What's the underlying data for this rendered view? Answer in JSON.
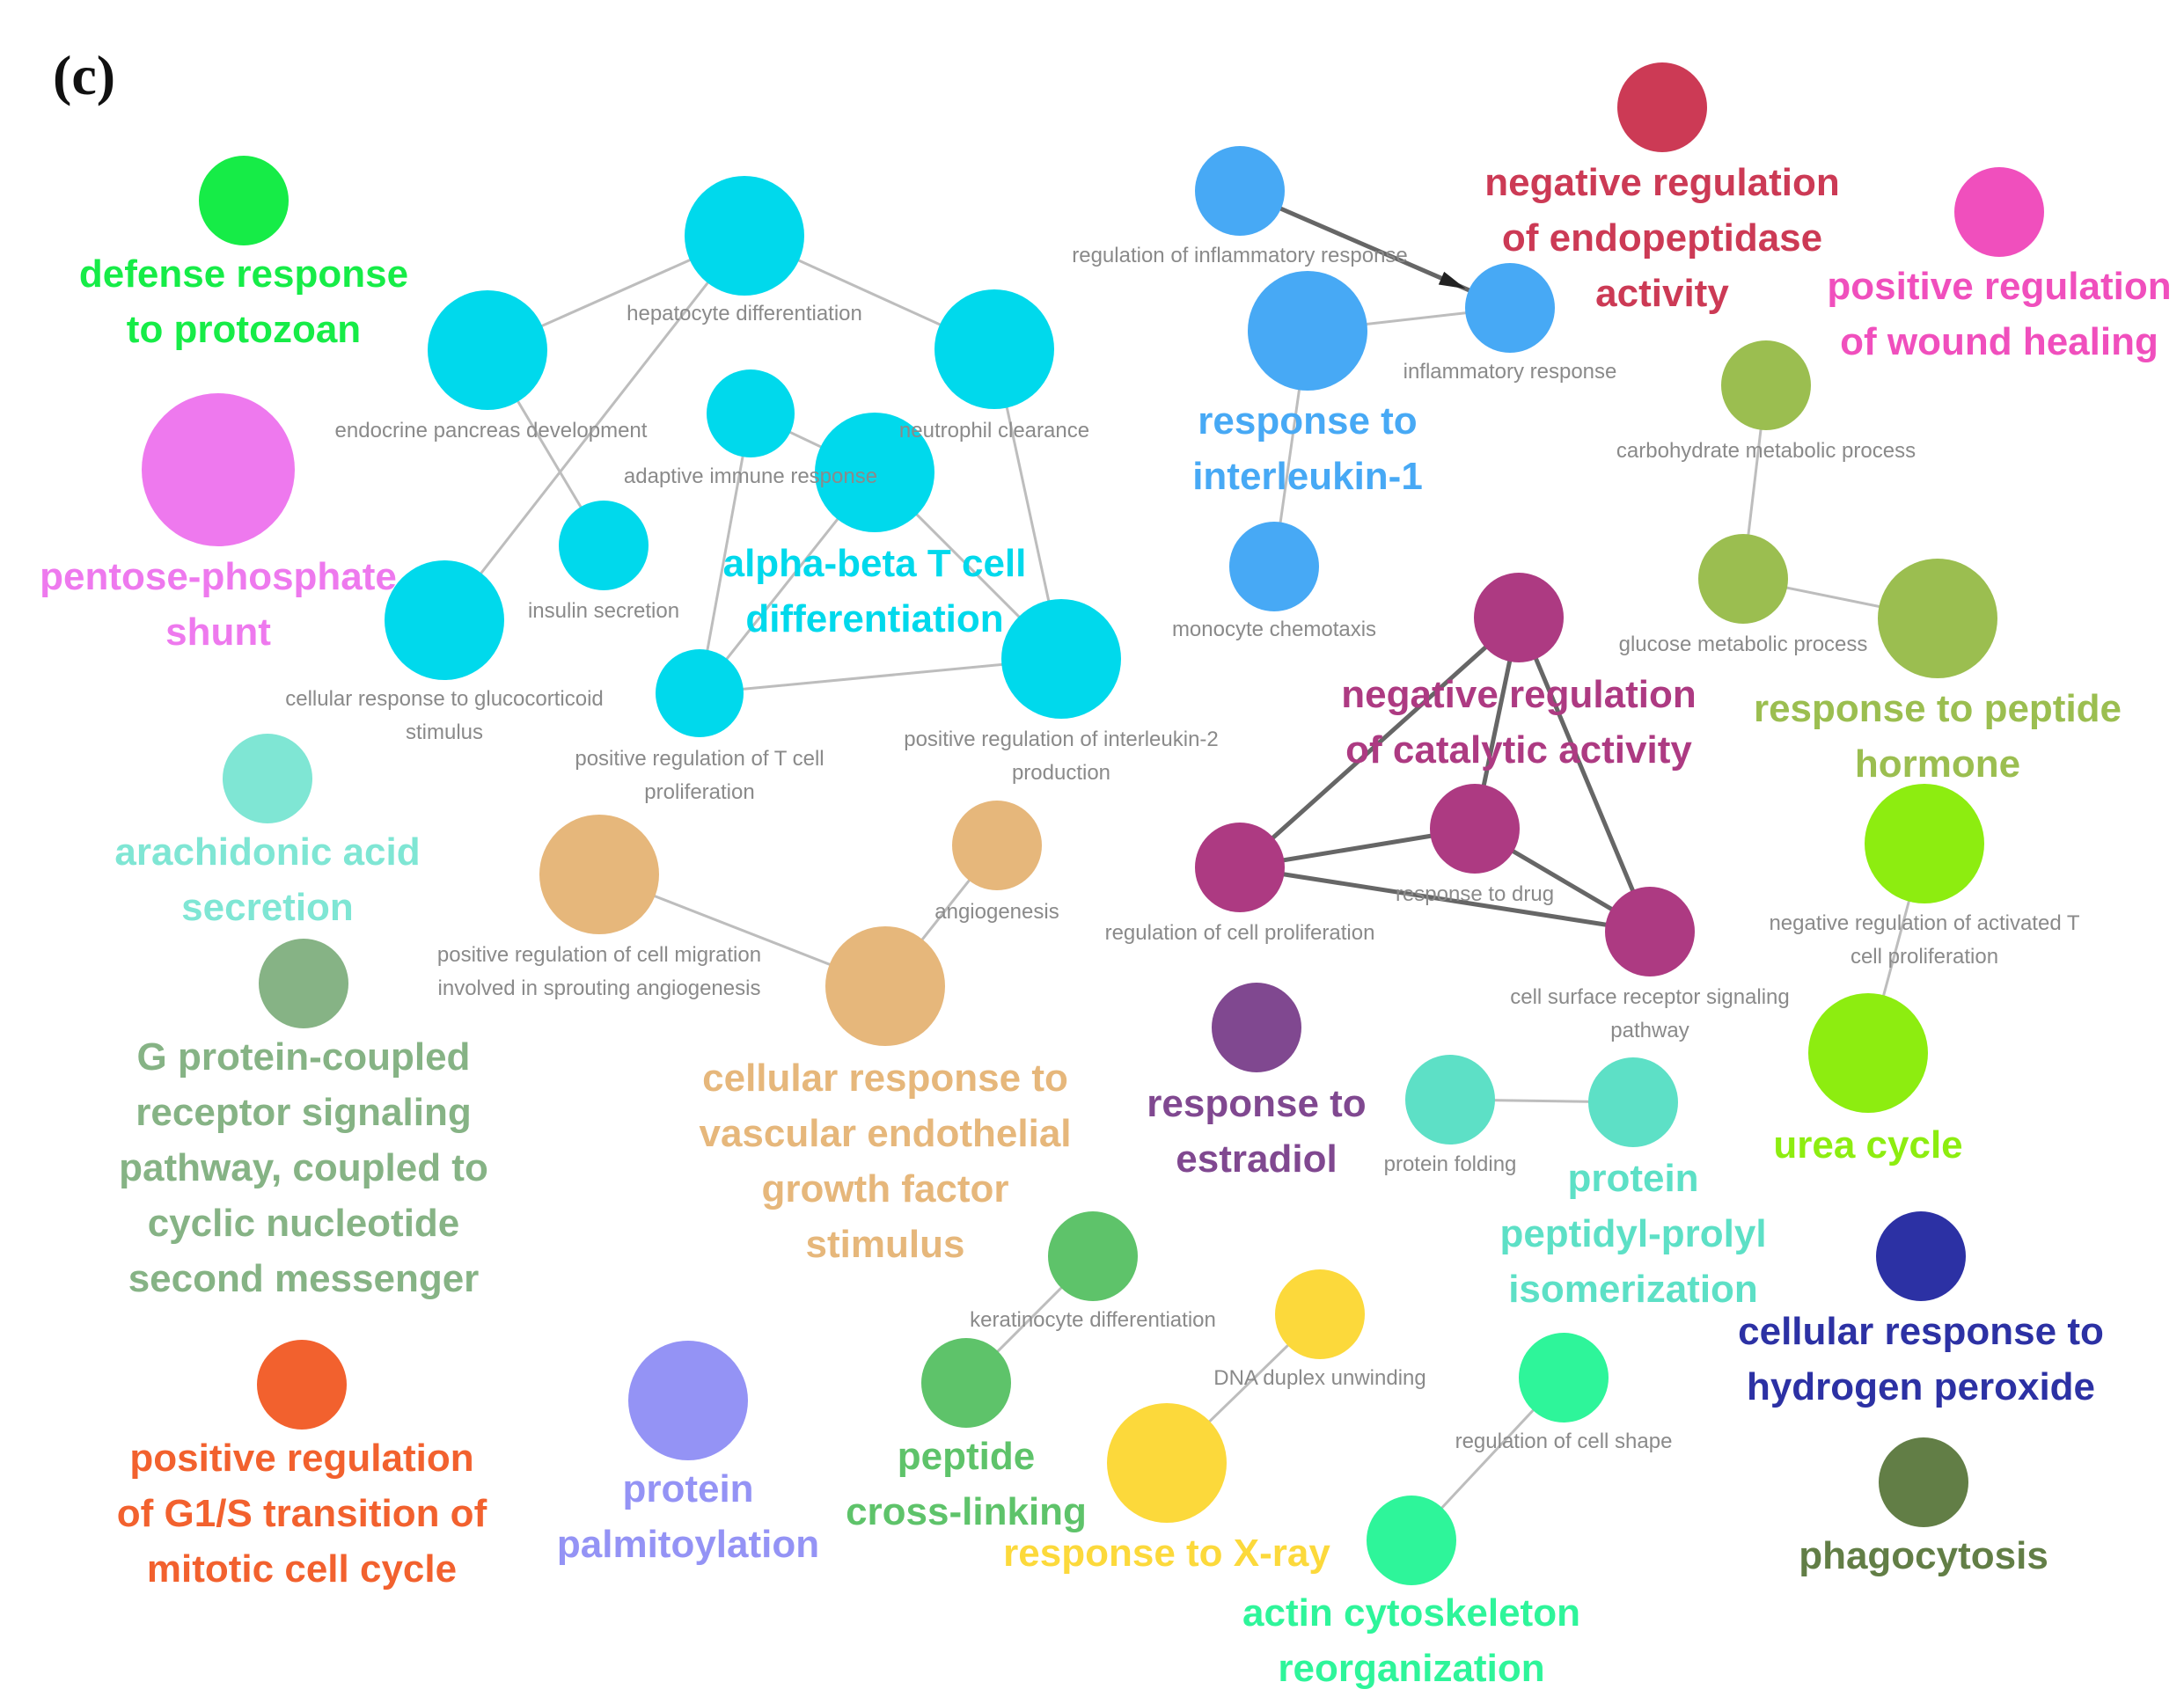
{
  "panel_label": "(c)",
  "colors": {
    "edge_light": "#bdbdbd",
    "edge_dark": "#666666",
    "small_label": "#8a8a8a"
  },
  "nodes": [
    {
      "id": "defense-protozoan",
      "color": "#16ec47"
    },
    {
      "id": "pentose-phosphate",
      "color": "#ee79ee"
    },
    {
      "id": "hepatocyte-diff",
      "color": "#00d9ec"
    },
    {
      "id": "endocrine-pancreas",
      "color": "#00d9ec"
    },
    {
      "id": "neutrophil-clearance",
      "color": "#00d9ec"
    },
    {
      "id": "adaptive-immune",
      "color": "#00d9ec"
    },
    {
      "id": "alpha-beta-t",
      "color": "#00d9ec"
    },
    {
      "id": "insulin-secretion",
      "color": "#00d9ec"
    },
    {
      "id": "cellular-glucocorticoid",
      "color": "#00d9ec"
    },
    {
      "id": "pos-reg-t-prolif",
      "color": "#00d9ec"
    },
    {
      "id": "pos-reg-il2",
      "color": "#00d9ec"
    },
    {
      "id": "reg-inflammatory",
      "color": "#47a9f5"
    },
    {
      "id": "response-il1",
      "color": "#47a9f5"
    },
    {
      "id": "inflammatory-response",
      "color": "#47a9f5"
    },
    {
      "id": "monocyte-chemotaxis",
      "color": "#47a9f5"
    },
    {
      "id": "neg-reg-endopeptidase",
      "color": "#cc3a55"
    },
    {
      "id": "pos-reg-wound",
      "color": "#f04fbd"
    },
    {
      "id": "carbohydrate-metabolic",
      "color": "#9bbe50"
    },
    {
      "id": "glucose-metabolic",
      "color": "#9bbe50"
    },
    {
      "id": "response-peptide-hormone",
      "color": "#9bbe50"
    },
    {
      "id": "arachidonic-acid",
      "color": "#7fe6d4"
    },
    {
      "id": "g-protein",
      "color": "#86b385"
    },
    {
      "id": "pos-reg-migration",
      "color": "#e6b77b"
    },
    {
      "id": "angiogenesis",
      "color": "#e6b77b"
    },
    {
      "id": "cellular-vegf",
      "color": "#e6b77b"
    },
    {
      "id": "neg-reg-catalytic",
      "color": "#ad3a82"
    },
    {
      "id": "response-drug",
      "color": "#ad3a82"
    },
    {
      "id": "reg-cell-prolif",
      "color": "#ad3a82"
    },
    {
      "id": "cell-surface-receptor",
      "color": "#ad3a82"
    },
    {
      "id": "response-estradiol",
      "color": "#804890"
    },
    {
      "id": "protein-folding",
      "color": "#5de0c6"
    },
    {
      "id": "protein-peptidyl-prolyl",
      "color": "#5de0c6"
    },
    {
      "id": "neg-reg-activated-t",
      "color": "#8ded10"
    },
    {
      "id": "urea-cycle",
      "color": "#8ded10"
    },
    {
      "id": "keratinocyte-diff",
      "color": "#5ec36a"
    },
    {
      "id": "peptide-cross-linking",
      "color": "#5ec36a"
    },
    {
      "id": "dna-duplex",
      "color": "#fcd93b"
    },
    {
      "id": "response-x-ray",
      "color": "#fcd93b"
    },
    {
      "id": "reg-cell-shape",
      "color": "#2ef59a"
    },
    {
      "id": "actin-cytoskeleton",
      "color": "#2ef59a"
    },
    {
      "id": "cellular-h2o2",
      "color": "#2c31a4"
    },
    {
      "id": "phagocytosis",
      "color": "#627e46"
    },
    {
      "id": "pos-reg-g1s",
      "color": "#f2612e"
    },
    {
      "id": "protein-palmitoylation",
      "color": "#9493f5"
    }
  ],
  "edges": [
    {
      "from": "hepatocyte-diff",
      "to": "endocrine-pancreas"
    },
    {
      "from": "hepatocyte-diff",
      "to": "neutrophil-clearance"
    },
    {
      "from": "hepatocyte-diff",
      "to": "cellular-glucocorticoid"
    },
    {
      "from": "endocrine-pancreas",
      "to": "insulin-secretion"
    },
    {
      "from": "neutrophil-clearance",
      "to": "pos-reg-il2"
    },
    {
      "from": "adaptive-immune",
      "to": "alpha-beta-t"
    },
    {
      "from": "adaptive-immune",
      "to": "pos-reg-t-prolif"
    },
    {
      "from": "alpha-beta-t",
      "to": "pos-reg-t-prolif"
    },
    {
      "from": "alpha-beta-t",
      "to": "pos-reg-il2"
    },
    {
      "from": "pos-reg-t-prolif",
      "to": "pos-reg-il2"
    },
    {
      "from": "reg-inflammatory",
      "to": "inflammatory-response",
      "style": "dark",
      "arrow": true
    },
    {
      "from": "response-il1",
      "to": "inflammatory-response"
    },
    {
      "from": "response-il1",
      "to": "monocyte-chemotaxis"
    },
    {
      "from": "carbohydrate-metabolic",
      "to": "glucose-metabolic"
    },
    {
      "from": "glucose-metabolic",
      "to": "response-peptide-hormone"
    },
    {
      "from": "neg-reg-catalytic",
      "to": "reg-cell-prolif",
      "style": "dark"
    },
    {
      "from": "neg-reg-catalytic",
      "to": "response-drug",
      "style": "dark"
    },
    {
      "from": "neg-reg-catalytic",
      "to": "cell-surface-receptor",
      "style": "dark"
    },
    {
      "from": "response-drug",
      "to": "reg-cell-prolif",
      "style": "dark"
    },
    {
      "from": "response-drug",
      "to": "cell-surface-receptor",
      "style": "dark"
    },
    {
      "from": "reg-cell-prolif",
      "to": "cell-surface-receptor",
      "style": "dark"
    },
    {
      "from": "pos-reg-migration",
      "to": "cellular-vegf"
    },
    {
      "from": "angiogenesis",
      "to": "cellular-vegf"
    },
    {
      "from": "protein-folding",
      "to": "protein-peptidyl-prolyl"
    },
    {
      "from": "neg-reg-activated-t",
      "to": "urea-cycle"
    },
    {
      "from": "keratinocyte-diff",
      "to": "peptide-cross-linking"
    },
    {
      "from": "dna-duplex",
      "to": "response-x-ray"
    },
    {
      "from": "reg-cell-shape",
      "to": "actin-cytoskeleton"
    }
  ],
  "small_labels": [
    {
      "lines": [
        "regulation of inflammatory response"
      ]
    },
    {
      "lines": [
        "hepatocyte differentiation"
      ]
    },
    {
      "lines": [
        "inflammatory response"
      ]
    },
    {
      "lines": [
        "carbohydrate metabolic process"
      ]
    },
    {
      "lines": [
        "endocrine pancreas development"
      ]
    },
    {
      "lines": [
        "neutrophil clearance"
      ]
    },
    {
      "lines": [
        "adaptive immune response"
      ]
    },
    {
      "lines": [
        "insulin secretion"
      ]
    },
    {
      "lines": [
        "monocyte chemotaxis"
      ]
    },
    {
      "lines": [
        "glucose metabolic process"
      ]
    },
    {
      "lines": [
        "cellular response to glucocorticoid",
        "stimulus"
      ]
    },
    {
      "lines": [
        "positive regulation of T cell",
        "proliferation"
      ]
    },
    {
      "lines": [
        "positive regulation of interleukin-2",
        "production"
      ]
    },
    {
      "lines": [
        "angiogenesis"
      ]
    },
    {
      "lines": [
        "response to drug"
      ]
    },
    {
      "lines": [
        "regulation of cell proliferation"
      ]
    },
    {
      "lines": [
        "negative regulation of activated T",
        "cell proliferation"
      ]
    },
    {
      "lines": [
        "positive regulation of cell migration",
        "involved in sprouting angiogenesis"
      ]
    },
    {
      "lines": [
        "cell surface receptor signaling",
        "pathway"
      ]
    },
    {
      "lines": [
        "protein folding"
      ]
    },
    {
      "lines": [
        "keratinocyte differentiation"
      ]
    },
    {
      "lines": [
        "DNA duplex unwinding"
      ]
    },
    {
      "lines": [
        "regulation of cell shape"
      ]
    }
  ],
  "big_labels": [
    {
      "color": "#16ec47",
      "lines": [
        "defense response",
        "to protozoan"
      ]
    },
    {
      "color": "#ee79ee",
      "lines": [
        "pentose-phosphate",
        "shunt"
      ]
    },
    {
      "color": "#00d9ec",
      "lines": [
        "alpha-beta T cell",
        "differentiation"
      ]
    },
    {
      "color": "#47a9f5",
      "lines": [
        "response to",
        "interleukin-1"
      ]
    },
    {
      "color": "#cc3a55",
      "lines": [
        "negative regulation",
        "of endopeptidase",
        "activity"
      ]
    },
    {
      "color": "#f04fbd",
      "lines": [
        "positive regulation",
        "of wound healing"
      ]
    },
    {
      "color": "#9bbe50",
      "lines": [
        "response to peptide",
        "hormone"
      ]
    },
    {
      "color": "#ad3a82",
      "lines": [
        "negative regulation",
        "of catalytic activity"
      ]
    },
    {
      "color": "#7fe6d4",
      "lines": [
        "arachidonic acid",
        "secretion"
      ]
    },
    {
      "color": "#86b385",
      "lines": [
        "G protein-coupled",
        "receptor signaling",
        "pathway, coupled to",
        "cyclic nucleotide",
        "second messenger"
      ]
    },
    {
      "color": "#e6b77b",
      "lines": [
        "cellular response to",
        "vascular endothelial",
        "growth factor",
        "stimulus"
      ]
    },
    {
      "color": "#804890",
      "lines": [
        "response to",
        "estradiol"
      ]
    },
    {
      "color": "#5de0c6",
      "lines": [
        "protein",
        "peptidyl-prolyl",
        "isomerization"
      ]
    },
    {
      "color": "#8ded10",
      "lines": [
        "urea cycle"
      ]
    },
    {
      "color": "#2c31a4",
      "lines": [
        "cellular response to",
        "hydrogen peroxide"
      ]
    },
    {
      "color": "#5ec36a",
      "lines": [
        "peptide",
        "cross-linking"
      ]
    },
    {
      "color": "#fcd93b",
      "lines": [
        "response to X-ray"
      ]
    },
    {
      "color": "#2ef59a",
      "lines": [
        "actin cytoskeleton",
        "reorganization"
      ]
    },
    {
      "color": "#627e46",
      "lines": [
        "phagocytosis"
      ]
    },
    {
      "color": "#f2612e",
      "lines": [
        "positive regulation",
        "of G1/S transition of",
        "mitotic cell cycle"
      ]
    },
    {
      "color": "#9493f5",
      "lines": [
        "protein",
        "palmitoylation"
      ]
    }
  ]
}
